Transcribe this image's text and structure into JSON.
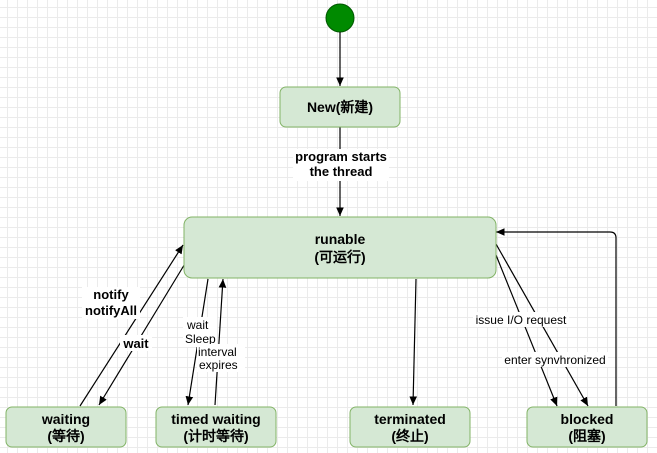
{
  "nodes": {
    "new": {
      "line1": "New(新建)"
    },
    "runnable": {
      "line1": "runable",
      "line2": "(可运行)"
    },
    "waiting": {
      "line1": "waiting",
      "line2": "(等待)"
    },
    "timed_waiting": {
      "line1": "timed waiting",
      "line2": "(计时等待)"
    },
    "terminated": {
      "line1": "terminated",
      "line2": "(终止)"
    },
    "blocked": {
      "line1": "blocked",
      "line2": "(阻塞)"
    }
  },
  "edges": {
    "program_starts": [
      "program starts",
      "the thread"
    ],
    "notify": [
      "notify",
      "notifyAll"
    ],
    "wait": "wait",
    "wait_sleep": [
      "wait",
      "Sleep"
    ],
    "interval_expires": [
      "interval",
      "expires"
    ],
    "issue_io": "issue I/O request",
    "enter_sync": "enter synvhronized"
  },
  "colors": {
    "start_node": "#008a00",
    "node_fill": "#d5e8d4",
    "node_stroke": "#82b366"
  }
}
